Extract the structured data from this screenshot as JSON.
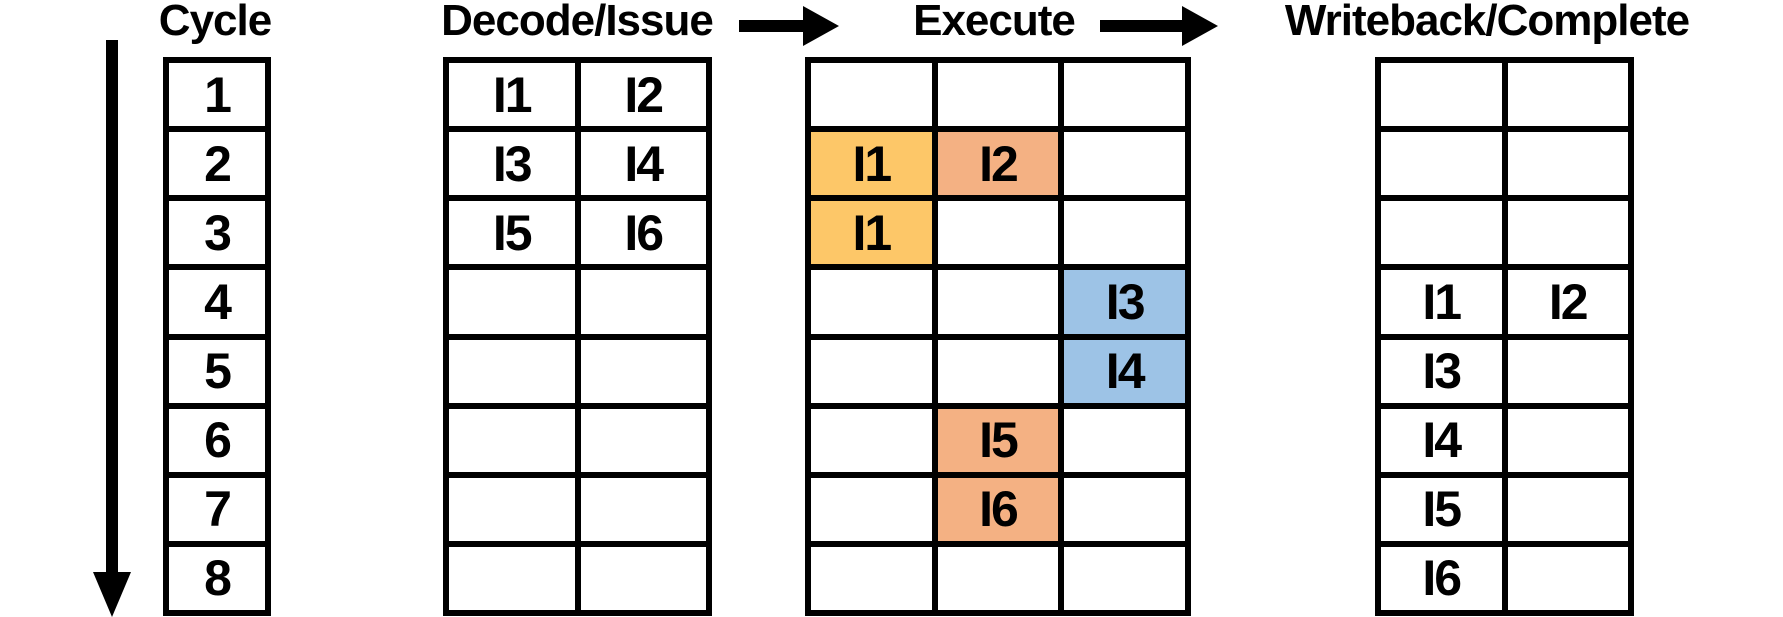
{
  "headers": {
    "cycle": "Cycle",
    "decode": "Decode/Issue",
    "execute": "Execute",
    "writeback": "Writeback/Complete"
  },
  "colors": {
    "yellow": "#FDC768",
    "orange": "#F4B183",
    "blue": "#9DC3E6",
    "line": "#000000",
    "cell_bg": "#FFFFFF"
  },
  "tables": {
    "cycle": {
      "columns": 1,
      "rows": [
        [
          "1"
        ],
        [
          "2"
        ],
        [
          "3"
        ],
        [
          "4"
        ],
        [
          "5"
        ],
        [
          "6"
        ],
        [
          "7"
        ],
        [
          "8"
        ]
      ]
    },
    "decode": {
      "columns": 2,
      "rows": [
        [
          "I1",
          "I2"
        ],
        [
          "I3",
          "I4"
        ],
        [
          "I5",
          "I6"
        ],
        [
          "",
          ""
        ],
        [
          "",
          ""
        ],
        [
          "",
          ""
        ],
        [
          "",
          ""
        ],
        [
          "",
          ""
        ]
      ]
    },
    "execute": {
      "columns": 3,
      "rows": [
        [
          "",
          "",
          ""
        ],
        [
          "I1",
          "I2",
          ""
        ],
        [
          "I1",
          "",
          ""
        ],
        [
          "",
          "",
          "I3"
        ],
        [
          "",
          "",
          "I4"
        ],
        [
          "",
          "I5",
          ""
        ],
        [
          "",
          "I6",
          ""
        ],
        [
          "",
          "",
          ""
        ]
      ],
      "fills": [
        [
          "",
          "",
          ""
        ],
        [
          "yellow",
          "orange",
          ""
        ],
        [
          "yellow",
          "",
          ""
        ],
        [
          "",
          "",
          "blue"
        ],
        [
          "",
          "",
          "blue"
        ],
        [
          "",
          "orange",
          ""
        ],
        [
          "",
          "orange",
          ""
        ],
        [
          "",
          "",
          ""
        ]
      ]
    },
    "writeback": {
      "columns": 2,
      "rows": [
        [
          "",
          ""
        ],
        [
          "",
          ""
        ],
        [
          "",
          ""
        ],
        [
          "I1",
          "I2"
        ],
        [
          "I3",
          ""
        ],
        [
          "I4",
          ""
        ],
        [
          "I5",
          ""
        ],
        [
          "I6",
          ""
        ]
      ]
    }
  }
}
